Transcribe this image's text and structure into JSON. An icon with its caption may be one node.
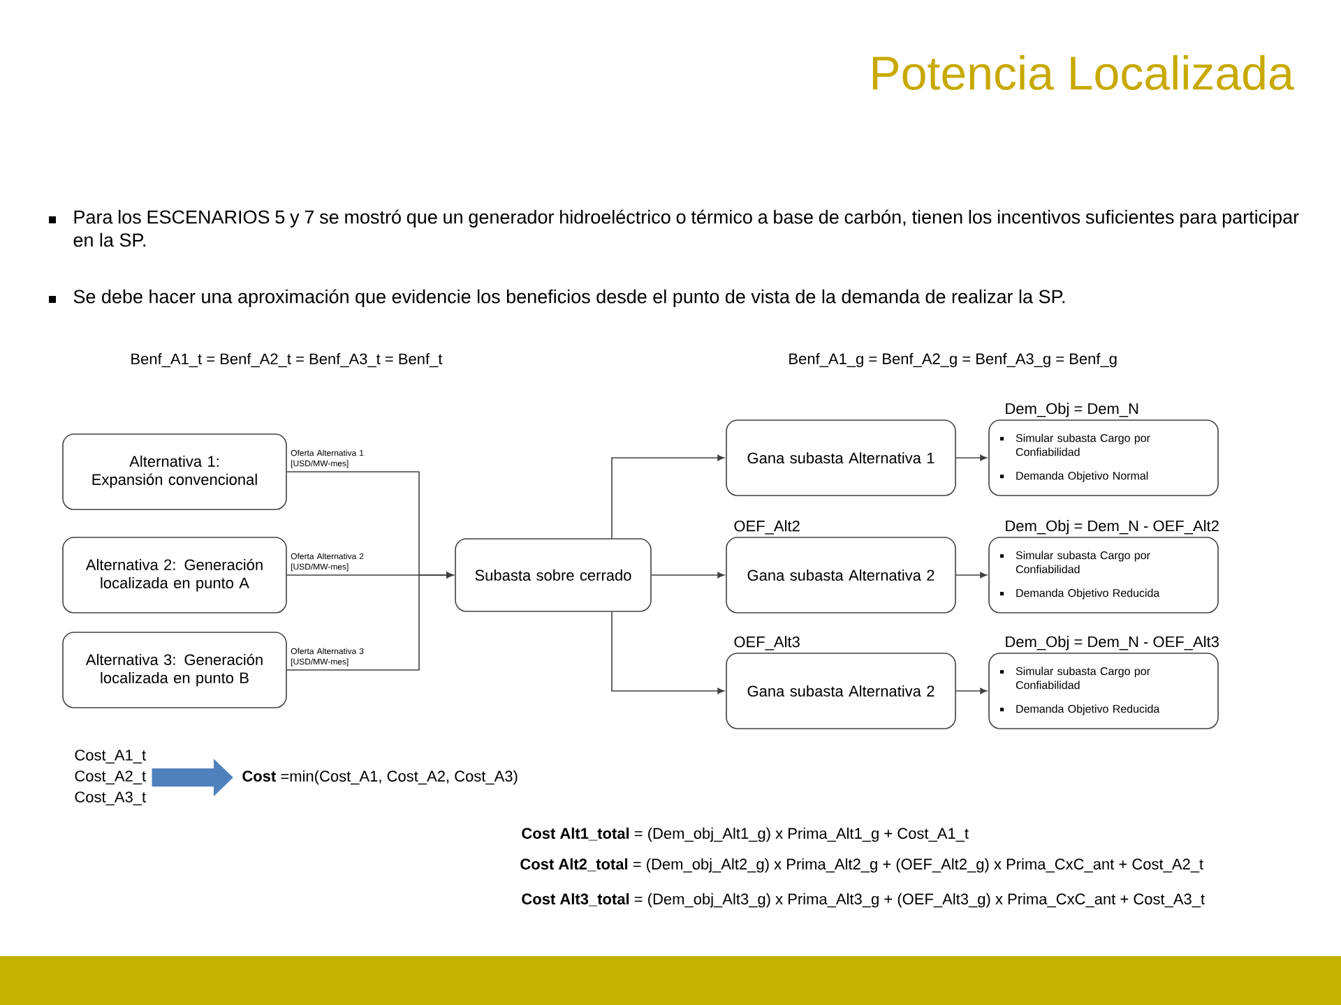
{
  "diagram": {
    "title": "Potencia Localizada",
    "nodes": [
      {
        "text": [
          "Alternativa 1: Expansión convencional"
        ]
      },
      {
        "text": [
          "Alternativa 2: Generación localizada en punto A"
        ]
      },
      {
        "text": [
          "Alternativa 3: Generación localizada en punto B"
        ]
      },
      {
        "text": [
          "Subasta sobre cerrado"
        ]
      },
      {
        "text": [
          "Gana subasta Alternativa 1"
        ]
      },
      {
        "text": [
          "OEF_Alt2",
          "Gana subasta Alternativa 2"
        ]
      },
      {
        "text": [
          "OEF_Alt3",
          "Gana subasta Alternativa 2"
        ]
      },
      {
        "text": [
          "Dem_Obj = Dem_N",
          "Simular subasta Cargo por Confiabilidad",
          "Demanda Objetivo Normal"
        ]
      },
      {
        "text": [
          "Dem_Obj = Dem_N - OEF_Alt2",
          "Simular subasta Cargo por Confiabilidad",
          "Demanda Objetivo Reducida"
        ]
      },
      {
        "text": [
          "Dem_Obj = Dem_N - OEF_Alt3",
          "Simular subasta Cargo por Confiabilidad",
          "Demanda Objetivo Reducida"
        ]
      },
      {
        "text": [
          "Cost_A1_t",
          "Cost_A2_t",
          "Cost_A3_t"
        ]
      },
      {
        "text": [
          "**Cost** =min(Cost_A1, Cost_A2, Cost_A3)"
        ]
      }
    ],
    "edges": [
      {
        "from": 0,
        "to": 3,
        "arrow": "to",
        "label": "Oferta Alternativa 1 [USD/MW-mes]"
      },
      {
        "from": 1,
        "to": 3,
        "arrow": "to",
        "label": "Oferta Alternativa 2 [USD/MW-mes]"
      },
      {
        "from": 2,
        "to": 3,
        "arrow": "to",
        "label": "Oferta Alternativa 3 [USD/MW-mes]"
      },
      {
        "from": 3,
        "to": 4,
        "arrow": "to"
      },
      {
        "from": 3,
        "to": 5,
        "arrow": "to"
      },
      {
        "from": 3,
        "to": 6,
        "arrow": "to"
      },
      {
        "from": 4,
        "to": 7,
        "arrow": "to"
      },
      {
        "from": 5,
        "to": 8,
        "arrow": "to"
      },
      {
        "from": 6,
        "to": 9,
        "arrow": "to"
      },
      {
        "from": 10,
        "to": 11,
        "arrow": "to",
        "style": "thick",
        "color": "#4f81bd"
      }
    ],
    "labels": [
      "Para los ESCENARIOS 5 y 7 se mostró que un generador hidroeléctrico o térmico a base de carbón, tienen los incentivos suficientes para participar en la SP.",
      "Se debe hacer una aproximación que evidencie los beneficios desde el punto de vista de la demanda de realizar la SP.",
      "Benf_A1_t = Benf_A2_t = Benf_A3_t = Benf_t",
      "Benf_A1_g = Benf_A2_g = Benf_A3_g = Benf_g",
      "**Cost Alt1_total** = (Dem_obj_Alt1_g) x Prima_Alt1_g + Cost_A1_t",
      "**Cost Alt2_total** = (Dem_obj_Alt2_g) x Prima_Alt2_g + (OEF_Alt2_g) x Prima_CxC_ant + Cost_A2_t",
      "**Cost Alt3_total** = (Dem_obj_Alt3_g) x Prima_Alt3_g + (OEF_Alt3_g) x Prima_CxC_ant + Cost_A3_t"
    ]
  }
}
